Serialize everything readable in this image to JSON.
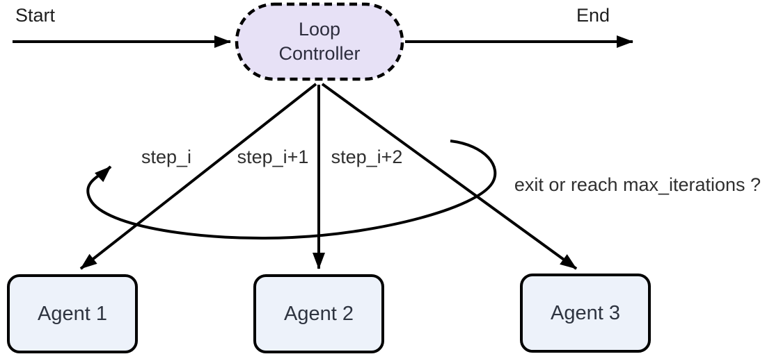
{
  "labels": {
    "start": "Start",
    "end": "End",
    "loop_exit": "exit or reach max_iterations ?"
  },
  "loop_controller": {
    "label": "Loop\nController"
  },
  "agents": [
    {
      "label": "Agent 1"
    },
    {
      "label": "Agent 2"
    },
    {
      "label": "Agent 3"
    }
  ],
  "step_labels": [
    "step_i",
    "step_i+1",
    "step_i+2"
  ],
  "icons": {
    "arrowhead": "filled-triangle-arrowhead",
    "loop_arrow": "elliptical-loop-arrow"
  },
  "colors": {
    "background": "#ffffff",
    "node_fill": "#e7e1f6",
    "agent_fill": "#edf2fa",
    "line": "#000000",
    "text_dark": "#2d2d3d",
    "label_text": "#2f2f2f"
  }
}
